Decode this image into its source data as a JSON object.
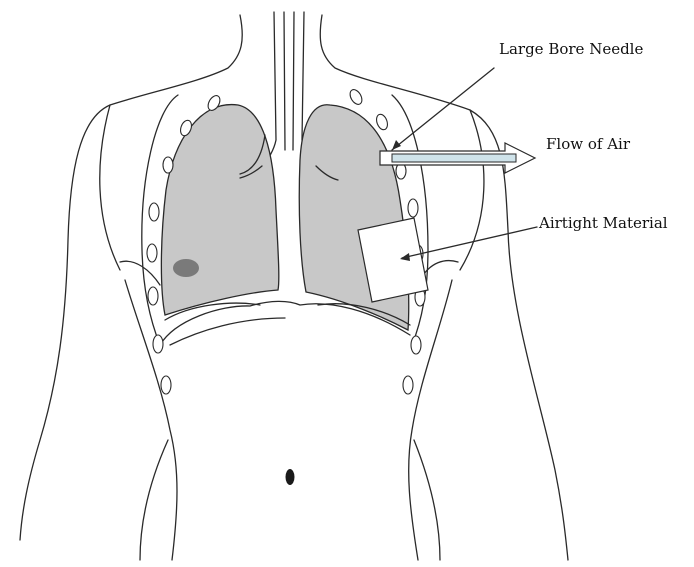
{
  "labels": {
    "needle": "Large Bore Needle",
    "air_flow": "Flow of Air",
    "material": "Airtight Material"
  },
  "colors": {
    "lung_fill": "#c8c8c8",
    "lesion": "#7a7a7a",
    "needle_fill": "#cfe3ea",
    "outline": "#2a2a2a"
  }
}
